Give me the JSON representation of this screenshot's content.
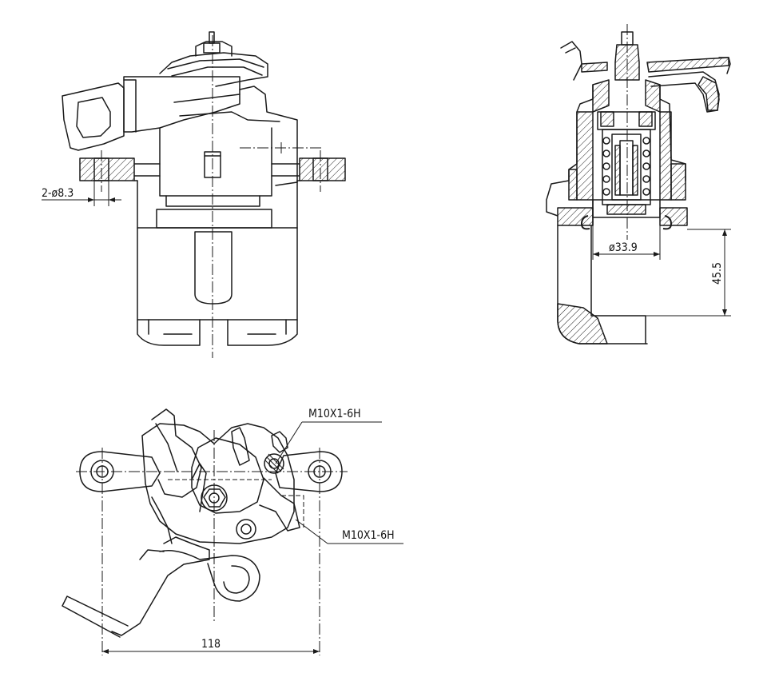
{
  "dimensions": {
    "hole_label": "2-ø8.3",
    "bore_label": "ø33.9",
    "height_label": "45.5",
    "thread_top_label": "M10X1-6H",
    "thread_bottom_label": "M10X1-6H",
    "width_label": "118"
  }
}
